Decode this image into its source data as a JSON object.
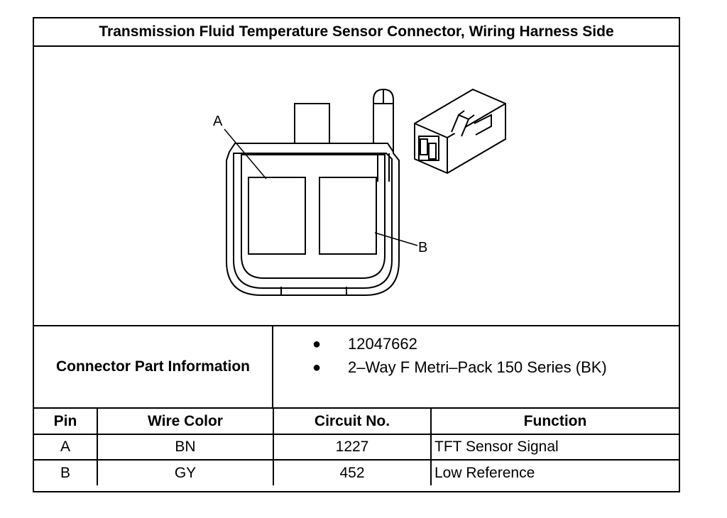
{
  "title": "Transmission Fluid Temperature Sensor Connector, Wiring Harness Side",
  "diagram": {
    "callout_a": "A",
    "callout_b": "B"
  },
  "connector_info": {
    "label": "Connector Part Information",
    "items": [
      "12047662",
      "2–Way F Metri–Pack 150 Series (BK)"
    ]
  },
  "pin_table": {
    "headers": [
      "Pin",
      "Wire Color",
      "Circuit No.",
      "Function"
    ],
    "rows": [
      {
        "pin": "A",
        "wire_color": "BN",
        "circuit": "1227",
        "function": "TFT Sensor Signal"
      },
      {
        "pin": "B",
        "wire_color": "GY",
        "circuit": "452",
        "function": "Low Reference"
      }
    ]
  }
}
